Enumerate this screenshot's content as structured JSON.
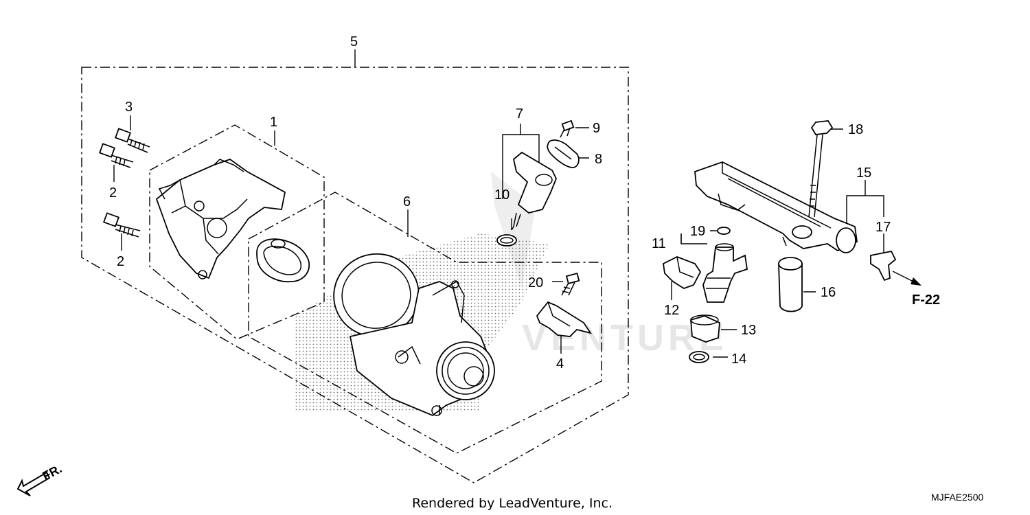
{
  "callouts": {
    "c1": "1",
    "c2a": "2",
    "c2b": "2",
    "c3": "3",
    "c4": "4",
    "c5": "5",
    "c6": "6",
    "c7": "7",
    "c8": "8",
    "c9": "9",
    "c10": "10",
    "c11": "11",
    "c12": "12",
    "c13": "13",
    "c14": "14",
    "c15": "15",
    "c16": "16",
    "c17": "17",
    "c18": "18",
    "c19": "19",
    "c20": "20"
  },
  "reference": "F-22",
  "direction_label": "FR.",
  "footer": "Rendered by LeadVenture, Inc.",
  "diagram_code": "MJFAE2500",
  "watermark": "VENTURE",
  "colors": {
    "line": "#000000",
    "background": "#ffffff",
    "stipple": "#555555",
    "watermark": "#e6e6e6"
  },
  "icons": {
    "direction_arrow": "arrow-lower-left-icon"
  }
}
